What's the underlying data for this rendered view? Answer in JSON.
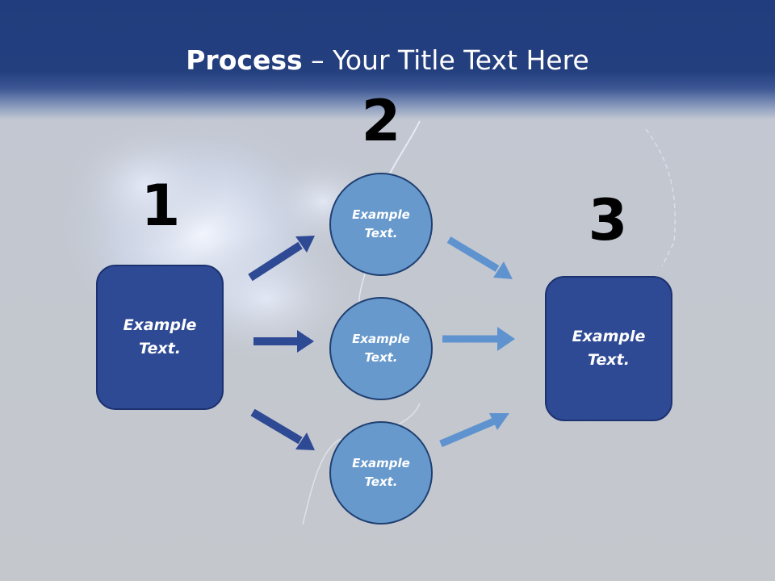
{
  "slide": {
    "title_bold": "Process",
    "title_rest": " – Your Title Text Here"
  },
  "steps": {
    "numbers": [
      "1",
      "2",
      "3"
    ],
    "start_box": {
      "label": "Example Text."
    },
    "circles": [
      {
        "label": "Example Text."
      },
      {
        "label": "Example Text."
      },
      {
        "label": "Example Text."
      }
    ],
    "end_box": {
      "label": "Example Text."
    }
  },
  "colors": {
    "header": "#243f7e",
    "box_fill": "#2f4a94",
    "circle_fill": "#6799cc",
    "dark_arrow": "#2f4a94",
    "light_arrow": "#5f93cf",
    "background": "#c2c8d3"
  }
}
